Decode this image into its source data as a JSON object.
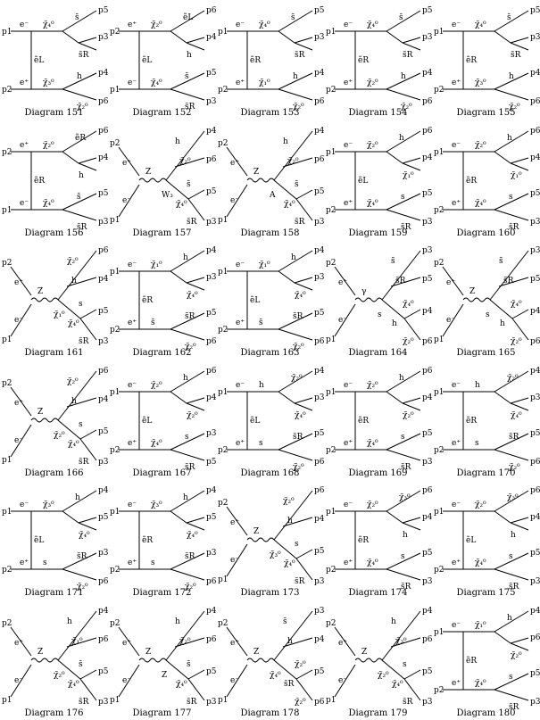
{
  "diagrams": [
    {
      "caption": "Diagram 151",
      "in": [
        "p1",
        "p2"
      ],
      "e": [
        "e⁻",
        "e⁺"
      ],
      "prop": "ẽL",
      "out": [
        "p5",
        "p3",
        "p4",
        "p6"
      ],
      "mid": [
        "χ̃₄⁰",
        "s̄",
        "s̃R",
        "χ̃₃⁰",
        "h",
        "χ̃₂⁰"
      ]
    },
    {
      "caption": "Diagram 152",
      "in": [
        "p2",
        "p1"
      ],
      "e": [
        "e⁺",
        "e⁻"
      ],
      "prop": "ẽL",
      "out": [
        "p6",
        "p4",
        "p5",
        "p3"
      ],
      "mid": [
        "χ̃₂⁰",
        "ẽL",
        "h",
        "χ̃₄⁰",
        "s̄",
        "s̃R"
      ]
    },
    {
      "caption": "Diagram 153",
      "in": [
        "p1",
        "p2"
      ],
      "e": [
        "e⁻",
        "e⁺"
      ],
      "prop": "ẽR",
      "out": [
        "p5",
        "p3",
        "p4",
        "p6"
      ],
      "mid": [
        "χ̃₄⁰",
        "s̄",
        "s̃R",
        "χ̃₁⁰",
        "h",
        "χ̃₂⁰"
      ]
    },
    {
      "caption": "Diagram 154",
      "in": [
        "p1",
        "p2"
      ],
      "e": [
        "e⁻",
        "e⁺"
      ],
      "prop": "ẽR",
      "out": [
        "p5",
        "p3",
        "p4",
        "p6"
      ],
      "mid": [
        "χ̃₄⁰",
        "s̄",
        "s̃R",
        "χ̃₂⁰",
        "h",
        "χ̃₂⁰"
      ]
    },
    {
      "caption": "Diagram 155",
      "in": [
        "p1",
        "p2"
      ],
      "e": [
        "e⁻",
        "e⁺"
      ],
      "prop": "ẽR",
      "out": [
        "p5",
        "p3",
        "p4",
        "p6"
      ],
      "mid": [
        "χ̃₄⁰",
        "s̄",
        "s̃R",
        "χ̃₃⁰",
        "h",
        "χ̃₂⁰"
      ]
    },
    {
      "caption": "Diagram 156",
      "in": [
        "p2",
        "p1"
      ],
      "e": [
        "e⁺",
        "e⁻"
      ],
      "prop": "ẽR",
      "out": [
        "p6",
        "p4",
        "p5",
        "p3"
      ],
      "mid": [
        "χ̃₂⁰",
        "ẽR",
        "h",
        "χ̃₄⁰",
        "s̄",
        "s̃R"
      ]
    },
    {
      "caption": "Diagram 157",
      "in": [
        "p2",
        "p1"
      ],
      "e": [
        "e⁺",
        "e⁻"
      ],
      "prop": "Z",
      "out": [
        "p4",
        "p6",
        "p5",
        "p3"
      ],
      "mid": [
        "h",
        "χ̃₂⁰",
        "W₃",
        "χ̃₄⁰",
        "s̄",
        "s̃R"
      ]
    },
    {
      "caption": "Diagram 158",
      "in": [
        "p2",
        "p1"
      ],
      "e": [
        "e⁺",
        "e⁻"
      ],
      "prop": "Z",
      "out": [
        "p4",
        "p6",
        "p5",
        "p3"
      ],
      "mid": [
        "h",
        "χ̃₂⁰",
        "A",
        "χ̃₄⁰",
        "s̄",
        "s̃R"
      ]
    },
    {
      "caption": "Diagram 159",
      "in": [
        "p1",
        "p2"
      ],
      "e": [
        "e⁻",
        "e⁺"
      ],
      "prop": "ẽL",
      "out": [
        "p6",
        "p4",
        "p5",
        "p3"
      ],
      "mid": [
        "χ̃₂⁰",
        "h",
        "χ̃₁⁰",
        "χ̃₄⁰",
        "s",
        "s̃R"
      ]
    },
    {
      "caption": "Diagram 160",
      "in": [
        "p1",
        "p2"
      ],
      "e": [
        "e⁻",
        "e⁺"
      ],
      "prop": "ẽR",
      "out": [
        "p6",
        "p4",
        "p5",
        "p3"
      ],
      "mid": [
        "χ̃₂⁰",
        "h",
        "χ̃₁⁰",
        "χ̃₄⁰",
        "s",
        "s̃R"
      ]
    },
    {
      "caption": "Diagram 161",
      "in": [
        "p2",
        "p1"
      ],
      "e": [
        "e⁺",
        "e⁻"
      ],
      "prop": "Z",
      "out": [
        "p6",
        "p4",
        "p5",
        "p3"
      ],
      "mid": [
        "χ̃₂⁰",
        "h",
        "χ̃₁⁰",
        "χ̃₄⁰",
        "s",
        "s̃R"
      ]
    },
    {
      "caption": "Diagram 162",
      "in": [
        "p1",
        "p2"
      ],
      "e": [
        "e⁻",
        "e⁺"
      ],
      "prop": "ẽR",
      "out": [
        "p4",
        "p3",
        "p5",
        "p6"
      ],
      "mid": [
        "χ̃₁⁰",
        "h",
        "χ̃₄⁰",
        "s̄",
        "s̃R",
        "χ̃₂⁰"
      ]
    },
    {
      "caption": "Diagram 163",
      "in": [
        "p1",
        "p2"
      ],
      "e": [
        "e⁻",
        "e⁺"
      ],
      "prop": "ẽL",
      "out": [
        "p4",
        "p3",
        "p5",
        "p6"
      ],
      "mid": [
        "χ̃₁⁰",
        "h",
        "χ̃₄⁰",
        "s̄",
        "s̃R",
        "χ̃₂⁰"
      ]
    },
    {
      "caption": "Diagram 164",
      "in": [
        "p2",
        "p1"
      ],
      "e": [
        "e⁺",
        "e⁻"
      ],
      "prop": "γ",
      "out": [
        "p3",
        "p5",
        "p4",
        "p6"
      ],
      "mid": [
        "s̄",
        "s̃R",
        "s",
        "h",
        "χ̃₄⁰",
        "χ̃₂⁰"
      ]
    },
    {
      "caption": "Diagram 165",
      "in": [
        "p2",
        "p1"
      ],
      "e": [
        "e⁺",
        "e⁻"
      ],
      "prop": "Z",
      "out": [
        "p3",
        "p5",
        "p4",
        "p6"
      ],
      "mid": [
        "s̄",
        "s̃R",
        "s",
        "h",
        "χ̃₄⁰",
        "χ̃₂⁰"
      ]
    },
    {
      "caption": "Diagram 166",
      "in": [
        "p2",
        "p1"
      ],
      "e": [
        "e⁺",
        "e⁻"
      ],
      "prop": "Z",
      "out": [
        "p6",
        "p4",
        "p5",
        "p3"
      ],
      "mid": [
        "χ̃₂⁰",
        "h",
        "χ̃₂⁰",
        "χ̃₄⁰",
        "s",
        "s̃R"
      ]
    },
    {
      "caption": "Diagram 167",
      "in": [
        "p1",
        "p2"
      ],
      "e": [
        "e⁻",
        "e⁺"
      ],
      "prop": "ẽL",
      "out": [
        "p6",
        "p4",
        "p3",
        "p5"
      ],
      "mid": [
        "χ̃₂⁰",
        "h",
        "χ̃₂⁰",
        "χ̃₄⁰",
        "s",
        "s̃R"
      ]
    },
    {
      "caption": "Diagram 168",
      "in": [
        "p1",
        "p2"
      ],
      "e": [
        "e⁻",
        "e⁺"
      ],
      "prop": "ẽL",
      "out": [
        "p4",
        "p3",
        "p5",
        "p6"
      ],
      "mid": [
        "h",
        "χ̃₂⁰",
        "χ̃₄⁰",
        "s",
        "s̃R",
        "χ̃₂⁰"
      ]
    },
    {
      "caption": "Diagram 169",
      "in": [
        "p1",
        "p2"
      ],
      "e": [
        "e⁻",
        "e⁺"
      ],
      "prop": "ẽR",
      "out": [
        "p6",
        "p4",
        "p5",
        "p3"
      ],
      "mid": [
        "χ̃₂⁰",
        "h",
        "χ̃₂⁰",
        "χ̃₄⁰",
        "s",
        "s̃R"
      ]
    },
    {
      "caption": "Diagram 170",
      "in": [
        "p1",
        "p2"
      ],
      "e": [
        "e⁻",
        "e⁺"
      ],
      "prop": "ẽR",
      "out": [
        "p4",
        "p3",
        "p5",
        "p6"
      ],
      "mid": [
        "h",
        "χ̃₂⁰",
        "χ̃₄⁰",
        "s",
        "s̃R",
        "χ̃₂⁰"
      ]
    },
    {
      "caption": "Diagram 171",
      "in": [
        "p1",
        "p2"
      ],
      "e": [
        "e⁻",
        "e⁺"
      ],
      "prop": "ẽL",
      "out": [
        "p4",
        "p5",
        "p3",
        "p6"
      ],
      "mid": [
        "χ̃₃⁰",
        "h",
        "χ̃₄⁰",
        "s",
        "s̃R",
        "χ̃₂⁰"
      ]
    },
    {
      "caption": "Diagram 172",
      "in": [
        "p1",
        "p2"
      ],
      "e": [
        "e⁻",
        "e⁺"
      ],
      "prop": "ẽR",
      "out": [
        "p4",
        "p5",
        "p3",
        "p6"
      ],
      "mid": [
        "χ̃₃⁰",
        "h",
        "χ̃₄⁰",
        "s",
        "s̃R",
        "χ̃₂⁰"
      ]
    },
    {
      "caption": "Diagram 173",
      "in": [
        "p2",
        "p1"
      ],
      "e": [
        "e⁺",
        "e⁻"
      ],
      "prop": "Z",
      "out": [
        "p6",
        "p4",
        "p5",
        "p3"
      ],
      "mid": [
        "χ̃₂⁰",
        "h",
        "χ̃₃⁰",
        "χ̃₄⁰",
        "s",
        "s̃R"
      ]
    },
    {
      "caption": "Diagram 174",
      "in": [
        "p1",
        "p2"
      ],
      "e": [
        "e⁻",
        "e⁺"
      ],
      "prop": "ẽR",
      "out": [
        "p6",
        "p4",
        "p5",
        "p3"
      ],
      "mid": [
        "χ̃₂⁰",
        "χ̃₃⁰",
        "h",
        "χ̃₄⁰",
        "s",
        "s̃R"
      ]
    },
    {
      "caption": "Diagram 175",
      "in": [
        "p1",
        "p2"
      ],
      "e": [
        "e⁻",
        "e⁺"
      ],
      "prop": "ẽL",
      "out": [
        "p6",
        "p4",
        "p5",
        "p3"
      ],
      "mid": [
        "χ̃₂⁰",
        "χ̃₃⁰",
        "h",
        "χ̃₄⁰",
        "s",
        "s̃R"
      ]
    },
    {
      "caption": "Diagram 176",
      "in": [
        "p2",
        "p1"
      ],
      "e": [
        "e⁺",
        "e⁻"
      ],
      "prop": "Z",
      "out": [
        "p4",
        "p6",
        "p5",
        "p3"
      ],
      "mid": [
        "h",
        "χ̃₁⁰",
        "χ̃₂⁰",
        "χ̃₄⁰",
        "s̄",
        "s̃R"
      ]
    },
    {
      "caption": "Diagram 177",
      "in": [
        "p2",
        "p1"
      ],
      "e": [
        "e⁺",
        "e⁻"
      ],
      "prop": "Z",
      "out": [
        "p4",
        "p6",
        "p5",
        "p3"
      ],
      "mid": [
        "h",
        "χ̃₂⁰",
        "Z",
        "χ̃₄⁰",
        "s̄",
        "s̃R"
      ]
    },
    {
      "caption": "Diagram 178",
      "in": [
        "p2",
        "p1"
      ],
      "e": [
        "e⁺",
        "e⁻"
      ],
      "prop": "Z",
      "out": [
        "p3",
        "p4",
        "p5",
        "p6"
      ],
      "mid": [
        "s̄",
        "h",
        "χ̃₄⁰",
        "s̃R",
        "χ̃₂⁰",
        "χ̃₂⁰"
      ]
    },
    {
      "caption": "Diagram 179",
      "in": [
        "p2",
        "p1"
      ],
      "e": [
        "e⁺",
        "e⁻"
      ],
      "prop": "Z",
      "out": [
        "p4",
        "p6",
        "p5",
        "p3"
      ],
      "mid": [
        "h",
        "χ̃₃⁰",
        "χ̃₂⁰",
        "χ̃₄⁰",
        "s",
        "s̃R"
      ]
    },
    {
      "caption": "Diagram 180",
      "in": [
        "p1",
        "p2"
      ],
      "e": [
        "e⁻",
        "e⁺"
      ],
      "prop": "ẽR",
      "out": [
        "p4",
        "p6",
        "p5",
        "p3"
      ],
      "mid": [
        "χ̃₁⁰",
        "h",
        "χ̃₂⁰",
        "χ̃₄⁰",
        "s",
        "s̃R"
      ]
    }
  ]
}
